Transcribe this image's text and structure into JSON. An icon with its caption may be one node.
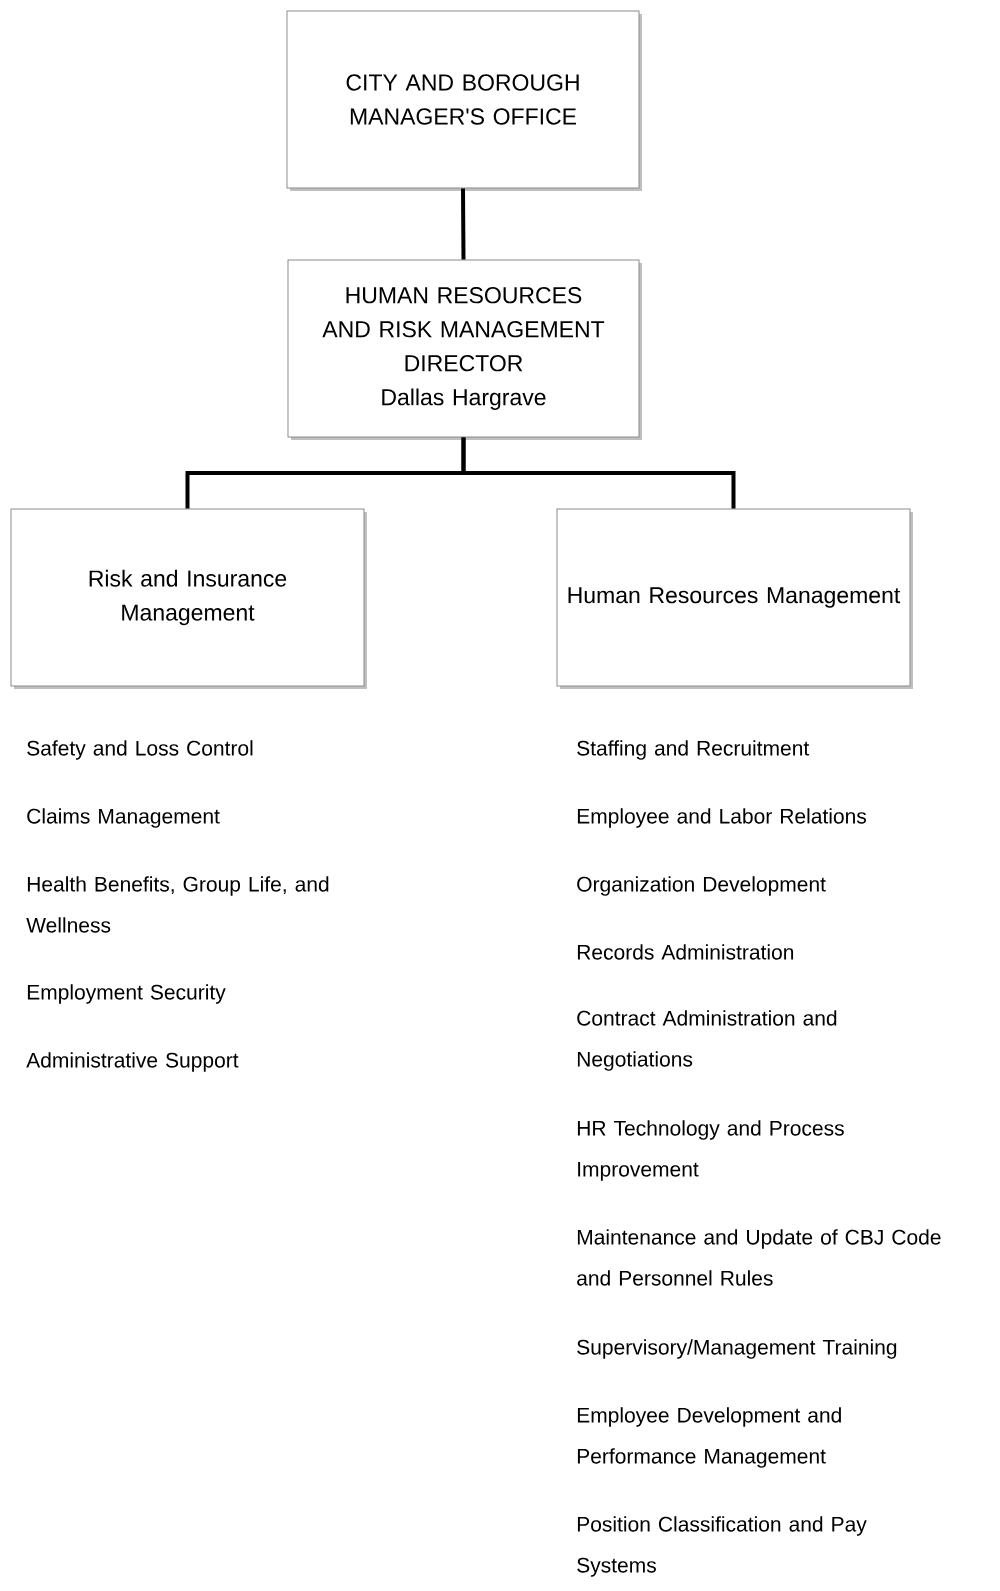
{
  "diagram": {
    "nodes": [
      {
        "text": [
          "CITY AND BOROUGH MANAGER'S OFFICE"
        ]
      },
      {
        "text": [
          "HUMAN RESOURCES AND RISK MANAGEMENT DIRECTOR",
          "Dallas Hargrave"
        ]
      },
      {
        "text": [
          "Risk and Insurance Management"
        ]
      },
      {
        "text": [
          "Human Resources Management"
        ]
      }
    ],
    "edges": [
      {
        "from": 0,
        "to": 1,
        "arrow": "none"
      },
      {
        "from": 1,
        "to": 2,
        "arrow": "none"
      },
      {
        "from": 1,
        "to": 3,
        "arrow": "none"
      }
    ],
    "labels": [
      "Safety and Loss Control",
      "Claims Management",
      "Health Benefits, Group Life, and Wellness",
      "Employment Security",
      "Administrative Support",
      "Staffing and Recruitment",
      "Employee and Labor Relations",
      "Organization Development",
      "Records Administration",
      "Contract Administration and Negotiations",
      "HR Technology and Process Improvement",
      "Maintenance and Update of CBJ Code and Personnel Rules",
      "Supervisory/Management Training",
      "Employee Development and Performance Management",
      "Position Classification and Pay Systems"
    ]
  }
}
